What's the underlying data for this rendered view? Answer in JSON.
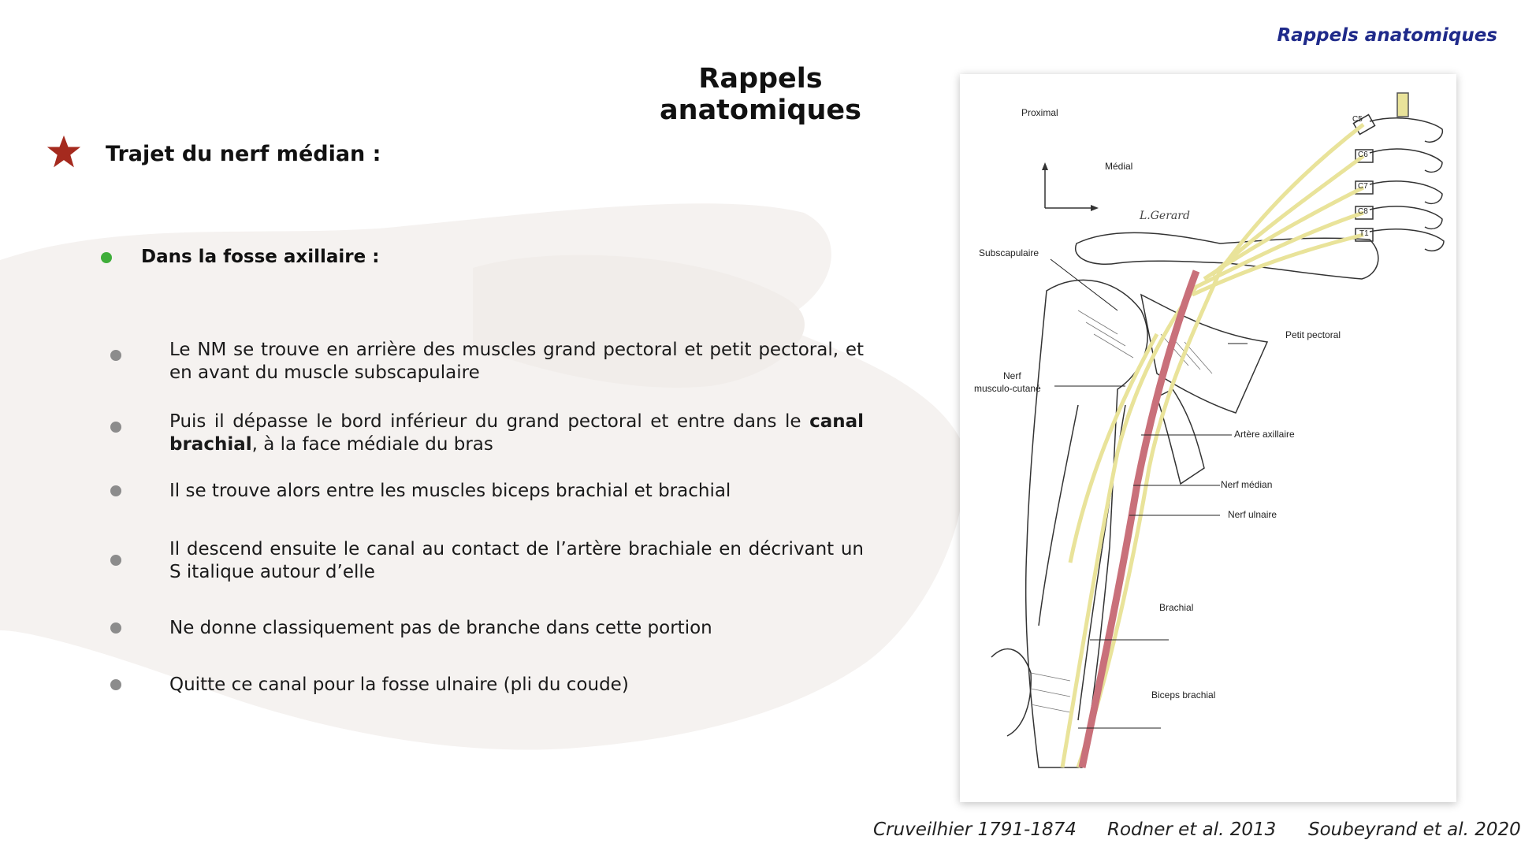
{
  "header": {
    "right_label": "Rappels anatomiques"
  },
  "title": "Rappels anatomiques",
  "subtitle": "Trajet du nerf médian :",
  "section_label": "Dans la fosse axillaire :",
  "bullets": [
    {
      "pre": "Le NM se trouve en arrière des muscles grand pectoral et petit pectoral, et en avant du muscle subscapulaire",
      "bold": "",
      "post": ""
    },
    {
      "pre": "Puis il dépasse le bord inférieur du grand pectoral et entre dans le ",
      "bold": "canal brachial",
      "post": ", à la face médiale du bras"
    },
    {
      "pre": "Il se trouve alors entre les muscles biceps brachial et brachial",
      "bold": "",
      "post": ""
    },
    {
      "pre": "Il descend ensuite le canal au contact de l’artère brachiale en décrivant un S italique autour d’elle",
      "bold": "",
      "post": ""
    },
    {
      "pre": "Ne donne classiquement pas de branche dans cette portion",
      "bold": "",
      "post": ""
    },
    {
      "pre": "Quitte ce canal pour la fosse ulnaire (pli du coude)",
      "bold": "",
      "post": ""
    }
  ],
  "figure": {
    "orientation": {
      "proximal": "Proximal",
      "medial": "Médial"
    },
    "signature": "L.Gerard",
    "vertebrae": [
      "C5",
      "C6",
      "C7",
      "C8",
      "T1"
    ],
    "labels": {
      "subscapulaire": "Subscapulaire",
      "petit_pectoral": "Petit pectoral",
      "nerf": "Nerf",
      "musculo_cutane": "musculo-cutané",
      "artere_axillaire": "Artère axillaire",
      "nerf_median": "Nerf médian",
      "nerf_ulnaire": "Nerf ulnaire",
      "brachial": "Brachial",
      "biceps_brachial": "Biceps brachial"
    }
  },
  "references": [
    "Cruveilhier 1791-1874",
    "Rodner et al. 2013",
    "Soubeyrand et al. 2020"
  ],
  "colors": {
    "header_blue": "#1f2a8a",
    "star_red": "#a52a1e",
    "bullet_green": "#3fae3a",
    "bullet_gray": "#8c8c8c",
    "nerve_yellow": "#e9e39a",
    "artery_red": "#c9707a"
  }
}
